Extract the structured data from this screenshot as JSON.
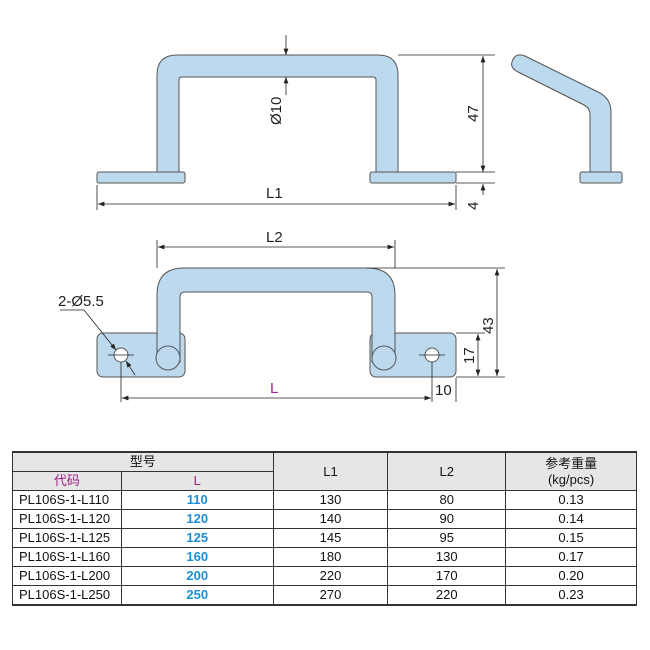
{
  "drawing": {
    "top_view": {
      "diameter_label": "Ø10",
      "height_label": "47",
      "thickness_label": "4",
      "length_label": "L1"
    },
    "bottom_view": {
      "hole_label": "2-Ø5.5",
      "span_label": "L2",
      "height_label": "43",
      "plate_label": "17",
      "edge_label": "10",
      "length_label": "L"
    },
    "colors": {
      "fill": "#bcd9ee",
      "outline": "#555555",
      "accent": "#a0208a"
    }
  },
  "table": {
    "group_header": "型号",
    "col_code": "代码",
    "col_L": "L",
    "col_L1": "L1",
    "col_L2": "L2",
    "col_weight": "参考重量",
    "col_weight_unit": "(kg/pcs)",
    "rows": [
      {
        "code": "PL106S-1-L110",
        "L": "110",
        "L1": "130",
        "L2": "80",
        "weight": "0.13"
      },
      {
        "code": "PL106S-1-L120",
        "L": "120",
        "L1": "140",
        "L2": "90",
        "weight": "0.14"
      },
      {
        "code": "PL106S-1-L125",
        "L": "125",
        "L1": "145",
        "L2": "95",
        "weight": "0.15"
      },
      {
        "code": "PL106S-1-L160",
        "L": "160",
        "L1": "180",
        "L2": "130",
        "weight": "0.17"
      },
      {
        "code": "PL106S-1-L200",
        "L": "200",
        "L1": "220",
        "L2": "170",
        "weight": "0.20"
      },
      {
        "code": "PL106S-1-L250",
        "L": "250",
        "L1": "270",
        "L2": "220",
        "weight": "0.23"
      }
    ]
  }
}
